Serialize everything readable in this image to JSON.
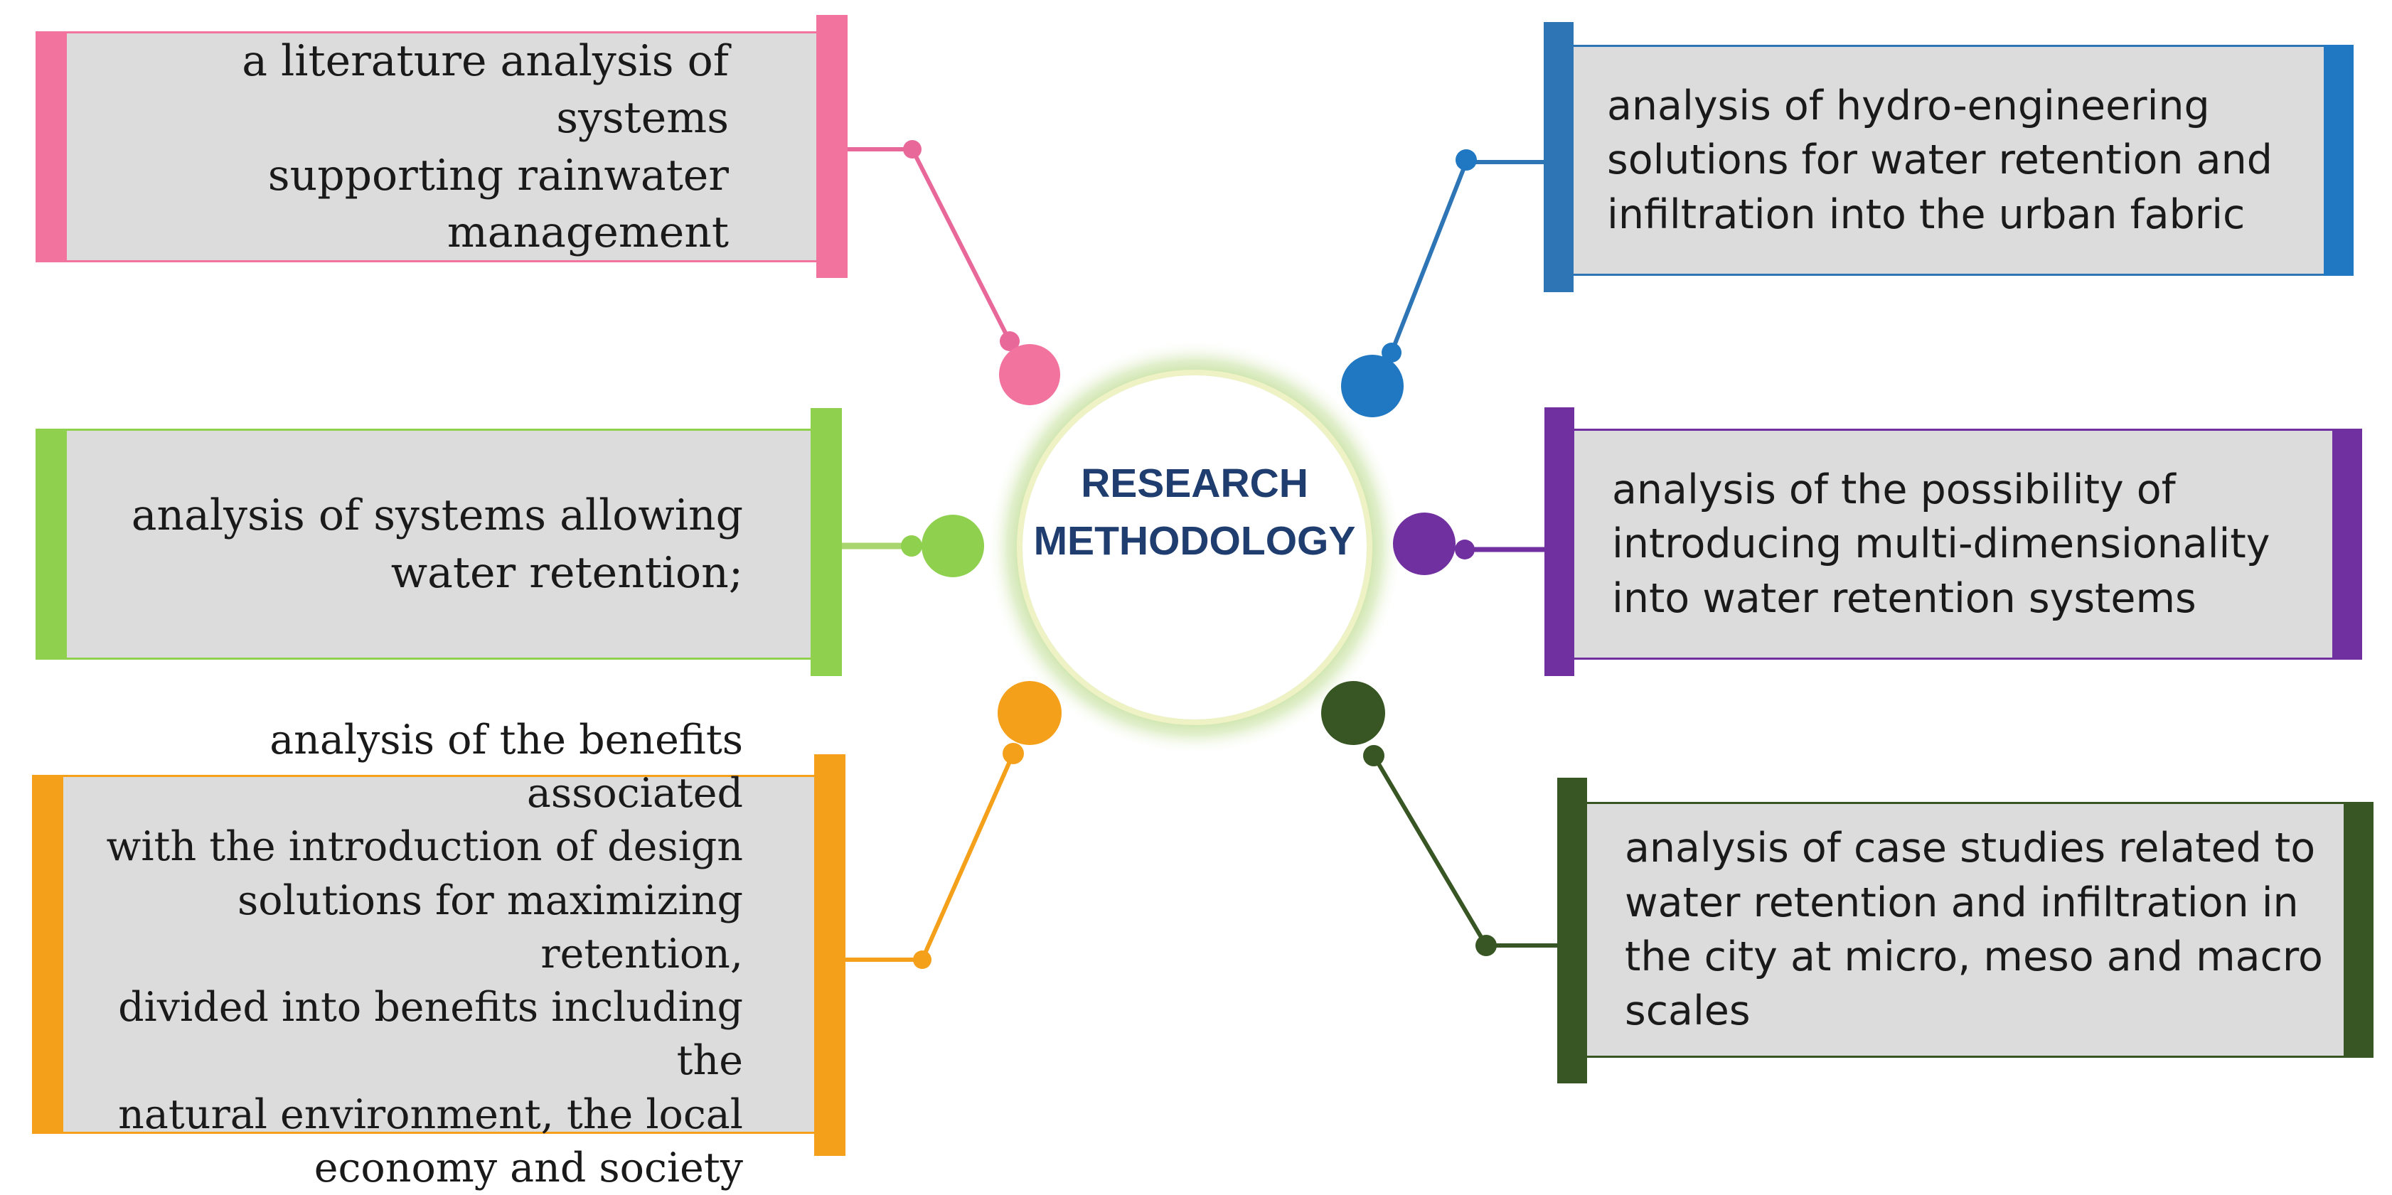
{
  "center": {
    "line1": "RESEARCH",
    "line2": "METHODOLOGY"
  },
  "items": [
    {
      "id": "literature",
      "side": "left",
      "color": "#f2749e",
      "lines": [
        "a literature analysis of systems",
        "supporting rainwater",
        "management"
      ]
    },
    {
      "id": "retention-systems",
      "side": "left",
      "color": "#8fd14f",
      "lines": [
        "analysis of systems allowing",
        "water retention;"
      ]
    },
    {
      "id": "benefits",
      "side": "left",
      "color": "#f5a01a",
      "lines": [
        "analysis of the benefits associated",
        "with the introduction of design",
        "solutions for maximizing retention,",
        "divided into benefits including the",
        "natural environment, the local",
        "economy and society"
      ]
    },
    {
      "id": "hydro-engineering",
      "side": "right",
      "color": "#1f78c1",
      "lines": [
        "analysis of hydro-engineering",
        "solutions for water retention and",
        "infiltration into the urban fabric"
      ]
    },
    {
      "id": "multi-dimensionality",
      "side": "right",
      "color": "#7030a0",
      "lines": [
        "analysis of the possibility of",
        "introducing multi-dimensionality",
        "into water retention systems"
      ]
    },
    {
      "id": "case-studies",
      "side": "right",
      "color": "#375623",
      "lines": [
        "analysis of case studies related to",
        "water retention and infiltration in",
        "the city at micro, meso and macro",
        "scales"
      ]
    }
  ]
}
